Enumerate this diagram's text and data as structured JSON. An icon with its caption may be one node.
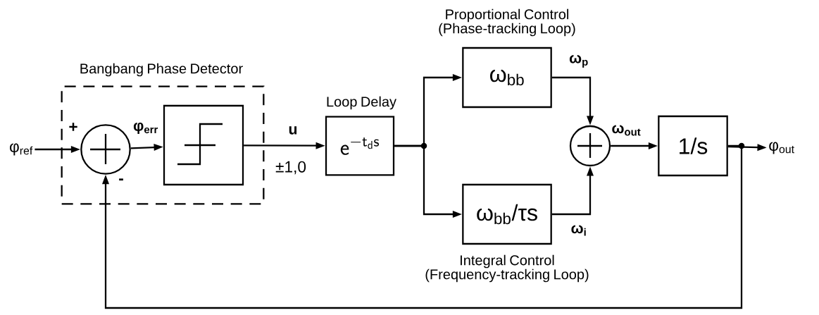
{
  "diagram": {
    "nodes": [
      {
        "text": [
          "φ$_{ref}$"
        ]
      },
      {
        "text": [
          "Bangbang Phase Detector"
        ]
      },
      {
        "text": [],
        "shape": "circle",
        "in": 1
      },
      {
        "text": [],
        "shape": "box",
        "in": 1
      },
      {
        "text": [
          "Loop Delay",
          "\\mathsf{e}^{\\mathsf{-t_d s}}"
        ]
      },
      {
        "text": [
          "Proportional Control (Phase-tracking Loop)",
          "ω$_{bb}$"
        ]
      },
      {
        "text": [
          "ω$_{bb}$/τs",
          "Integral Control (Frequency-tracking Loop)"
        ]
      },
      {
        "text": [],
        "shape": "circle"
      },
      {
        "text": [
          "1/s"
        ]
      },
      {
        "text": [
          "φ$_{out}$"
        ]
      }
    ],
    "edges": [
      {
        "from": 0,
        "to": 2,
        "arrow": "to"
      },
      {
        "from": 2,
        "to": 3,
        "arrow": "to",
        "label": "φ$_{err}$"
      },
      {
        "from": 3,
        "to": 4,
        "arrow": "to",
        "label": "u"
      },
      {
        "from": 4,
        "to": 5,
        "arrow": "to"
      },
      {
        "from": 4,
        "to": 6,
        "arrow": "to"
      },
      {
        "from": 5,
        "to": 7,
        "arrow": "to",
        "label": "ω$_{p}$"
      },
      {
        "from": 6,
        "to": 7,
        "arrow": "to",
        "label": "ω$_{i}$"
      },
      {
        "from": 7,
        "to": 8,
        "arrow": "to",
        "label": "ω$_{out}$"
      },
      {
        "from": 8,
        "to": 9,
        "arrow": "to"
      },
      {
        "from": 8,
        "to": 2,
        "arrow": "to"
      }
    ],
    "labels": [
      "+",
      "-",
      "±1,0"
    ]
  }
}
